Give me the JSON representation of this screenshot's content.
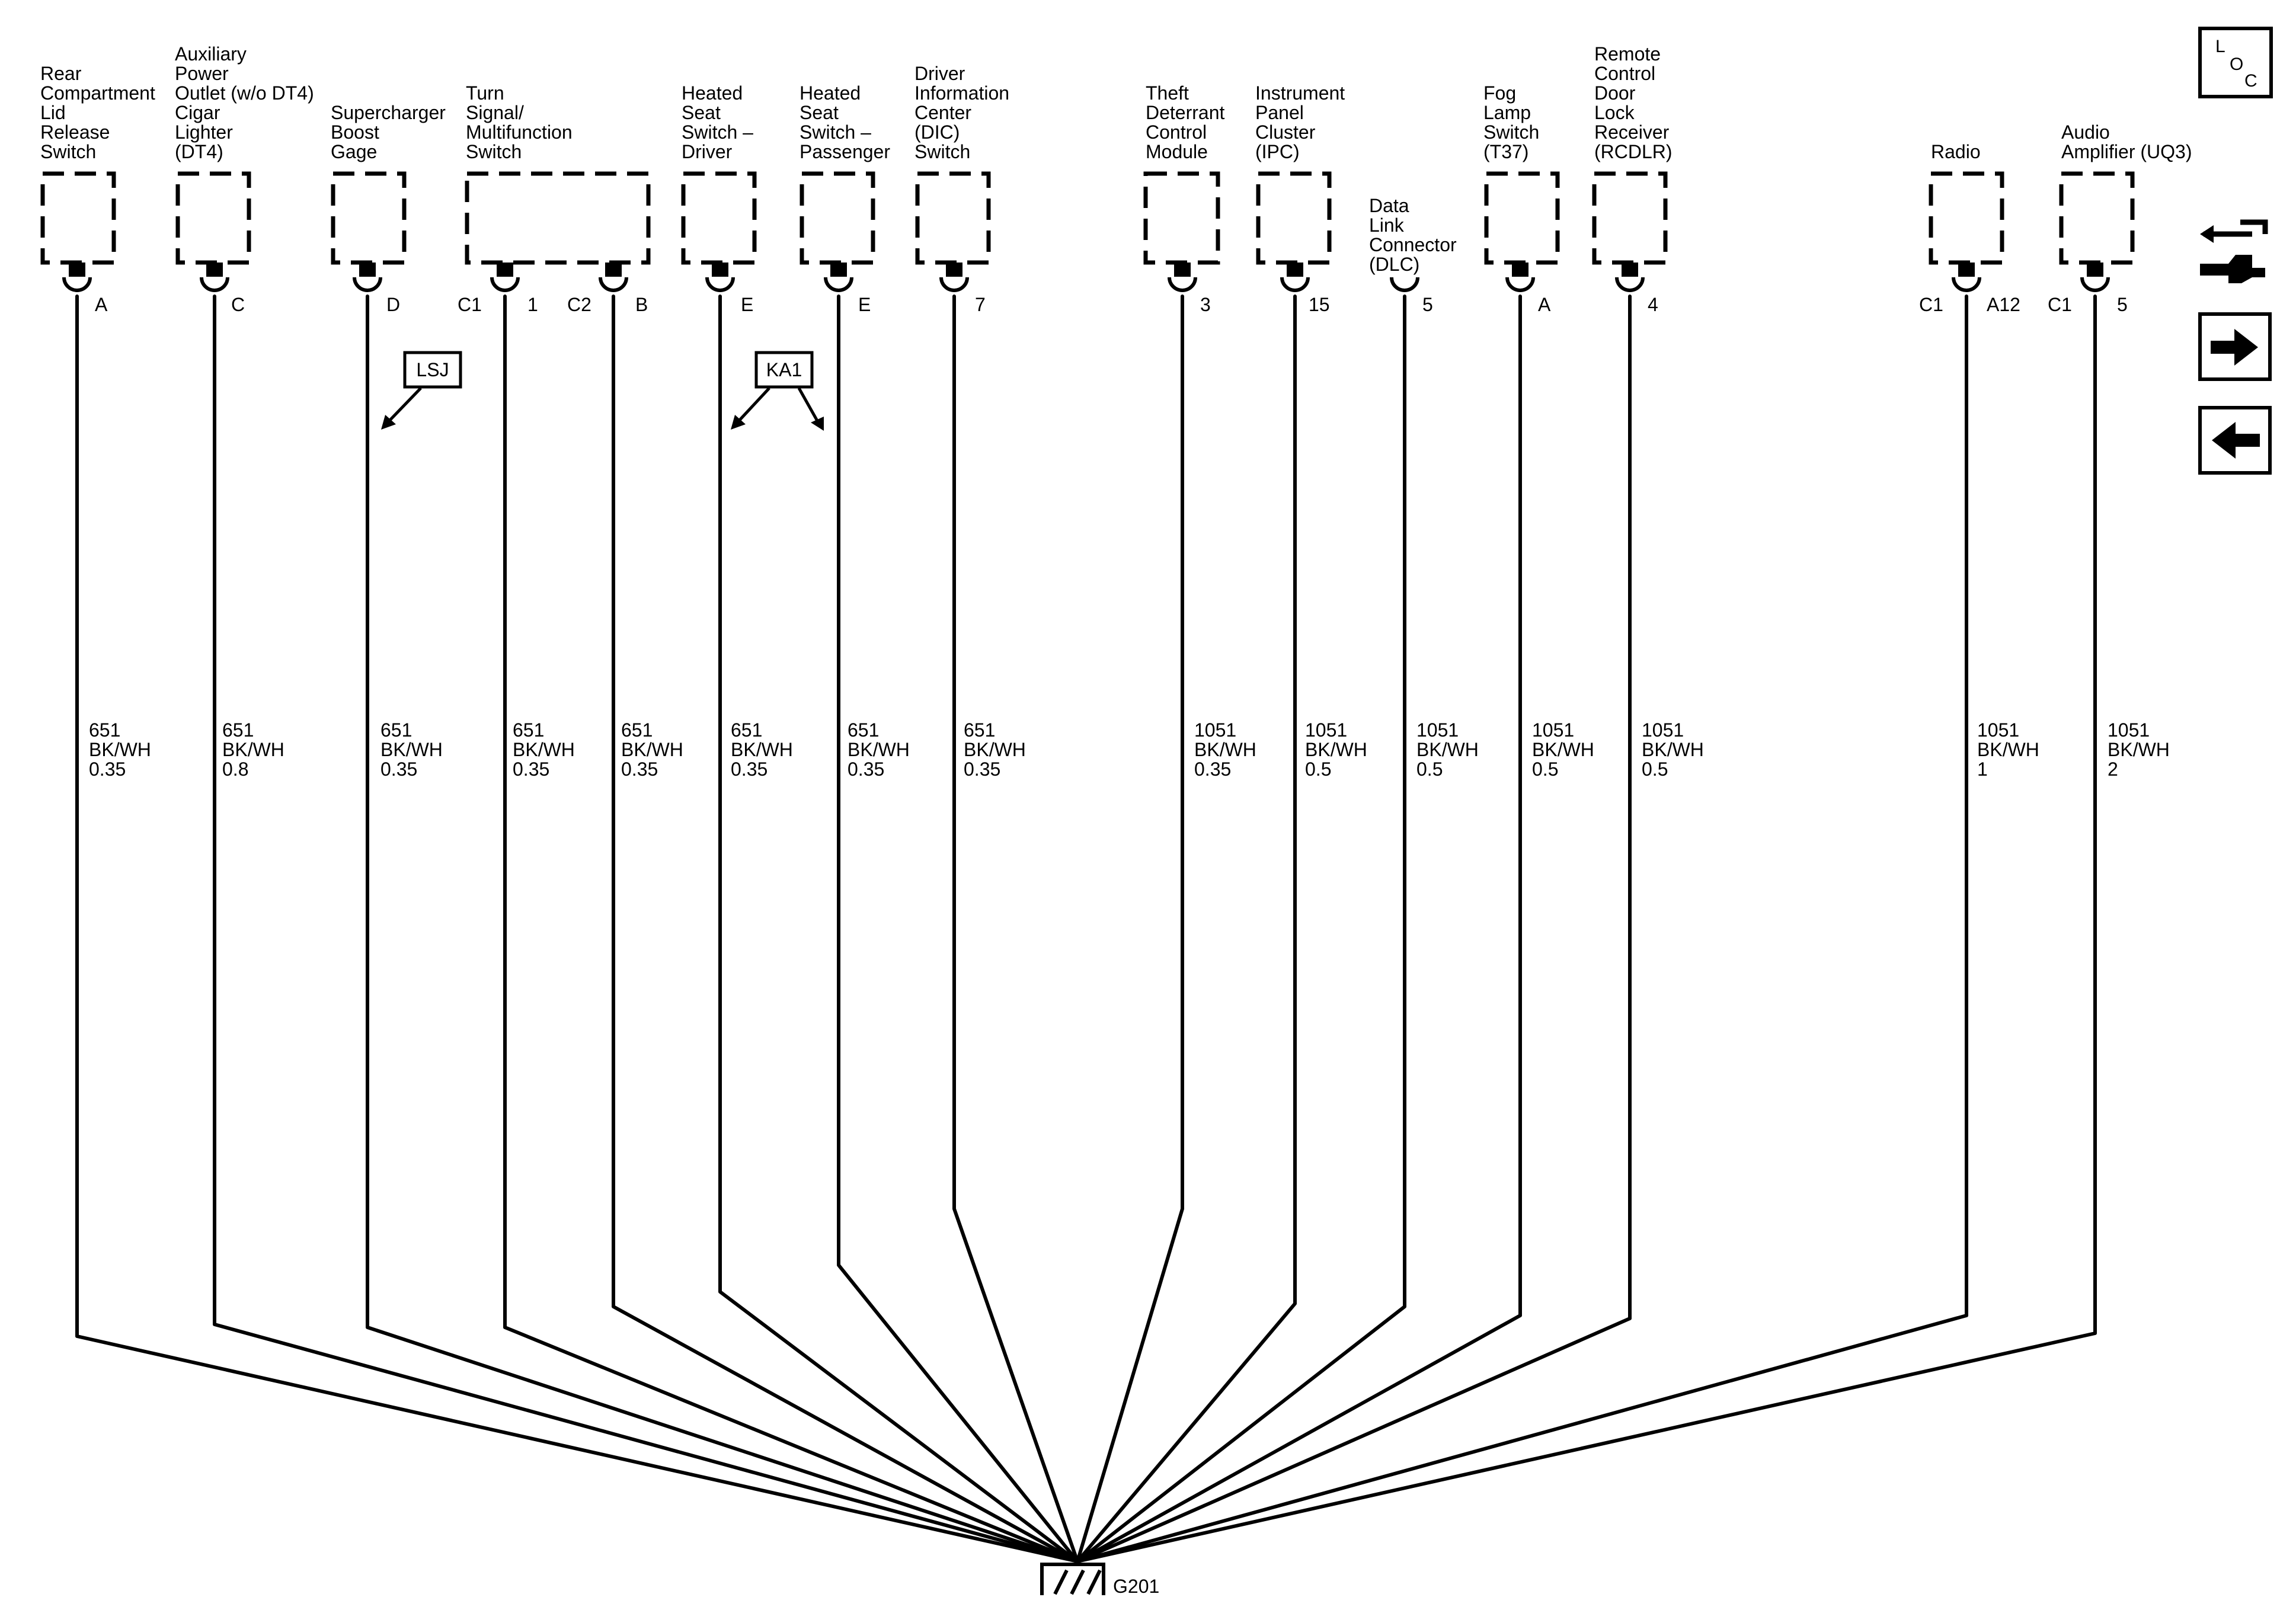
{
  "components": [
    {
      "id": "rear-lid",
      "lines": [
        "Rear",
        "Compartment",
        "Lid",
        "Release",
        "Switch"
      ],
      "pins": [
        {
          "text": "A"
        }
      ]
    },
    {
      "id": "aux-power",
      "lines": [
        "Auxiliary",
        "Power",
        "Outlet (w/o DT4)",
        "Cigar",
        "Lighter",
        "(DT4)"
      ],
      "pins": [
        {
          "text": "C"
        }
      ]
    },
    {
      "id": "supercharger",
      "lines": [
        "Supercharger",
        "Boost",
        "Gage"
      ],
      "pins": [
        {
          "text": "D"
        }
      ]
    },
    {
      "id": "turn-signal",
      "lines": [
        "Turn",
        "Signal/",
        "Multifunction",
        "Switch"
      ],
      "pins": [
        {
          "text": "C1"
        },
        {
          "text": "1"
        },
        {
          "text": "C2"
        },
        {
          "text": "B"
        }
      ]
    },
    {
      "id": "heated-seat-driver",
      "lines": [
        "Heated",
        "Seat",
        "Switch –",
        "Driver"
      ],
      "pins": [
        {
          "text": "E"
        }
      ]
    },
    {
      "id": "heated-seat-passenger",
      "lines": [
        "Heated",
        "Seat",
        "Switch –",
        "Passenger"
      ],
      "pins": [
        {
          "text": "E"
        }
      ]
    },
    {
      "id": "dic-switch",
      "lines": [
        "Driver",
        "Information",
        "Center",
        "(DIC)",
        "Switch"
      ],
      "pins": [
        {
          "text": "7"
        }
      ]
    },
    {
      "id": "theft-module",
      "lines": [
        "Theft",
        "Deterrant",
        "Control",
        "Module"
      ],
      "pins": [
        {
          "text": "3"
        }
      ]
    },
    {
      "id": "ipc",
      "lines": [
        "Instrument",
        "Panel",
        "Cluster",
        "(IPC)"
      ],
      "pins": [
        {
          "text": "15"
        }
      ]
    },
    {
      "id": "dlc",
      "lines": [
        "Data",
        "Link",
        "Connector",
        "(DLC)"
      ],
      "pins": [
        {
          "text": "5"
        }
      ]
    },
    {
      "id": "fog-lamp",
      "lines": [
        "Fog",
        "Lamp",
        "Switch",
        "(T37)"
      ],
      "pins": [
        {
          "text": "A"
        }
      ]
    },
    {
      "id": "rcdlr",
      "lines": [
        "Remote",
        "Control",
        "Door",
        "Lock",
        "Receiver",
        "(RCDLR)"
      ],
      "pins": [
        {
          "text": "4"
        }
      ]
    },
    {
      "id": "radio",
      "lines": [
        "Radio"
      ],
      "pins": [
        {
          "text": "C1"
        },
        {
          "text": "A12"
        }
      ]
    },
    {
      "id": "amplifier",
      "lines": [
        "Audio",
        "Amplifier (UQ3)"
      ],
      "pins": [
        {
          "text": "C1"
        },
        {
          "text": "5"
        }
      ]
    }
  ],
  "wires": [
    {
      "circuit": "651",
      "color": "BK/WH",
      "gauge": "0.35"
    },
    {
      "circuit": "651",
      "color": "BK/WH",
      "gauge": "0.8"
    },
    {
      "circuit": "651",
      "color": "BK/WH",
      "gauge": "0.35"
    },
    {
      "circuit": "651",
      "color": "BK/WH",
      "gauge": "0.35"
    },
    {
      "circuit": "651",
      "color": "BK/WH",
      "gauge": "0.35"
    },
    {
      "circuit": "651",
      "color": "BK/WH",
      "gauge": "0.35"
    },
    {
      "circuit": "651",
      "color": "BK/WH",
      "gauge": "0.35"
    },
    {
      "circuit": "651",
      "color": "BK/WH",
      "gauge": "0.35"
    },
    {
      "circuit": "1051",
      "color": "BK/WH",
      "gauge": "0.35"
    },
    {
      "circuit": "1051",
      "color": "BK/WH",
      "gauge": "0.5"
    },
    {
      "circuit": "1051",
      "color": "BK/WH",
      "gauge": "0.5"
    },
    {
      "circuit": "1051",
      "color": "BK/WH",
      "gauge": "0.5"
    },
    {
      "circuit": "1051",
      "color": "BK/WH",
      "gauge": "0.5"
    },
    {
      "circuit": "1051",
      "color": "BK/WH",
      "gauge": "1"
    },
    {
      "circuit": "1051",
      "color": "BK/WH",
      "gauge": "2"
    }
  ],
  "option_tags": [
    {
      "id": "lsj",
      "text": "LSJ"
    },
    {
      "id": "ka1",
      "text": "KA1"
    }
  ],
  "ground": {
    "label": "G201"
  },
  "nav": {
    "loc_letters": [
      "L",
      "O",
      "C"
    ],
    "tool_icon": "connector-tool-icon",
    "next_icon": "arrow-right-icon",
    "prev_icon": "arrow-left-icon"
  }
}
